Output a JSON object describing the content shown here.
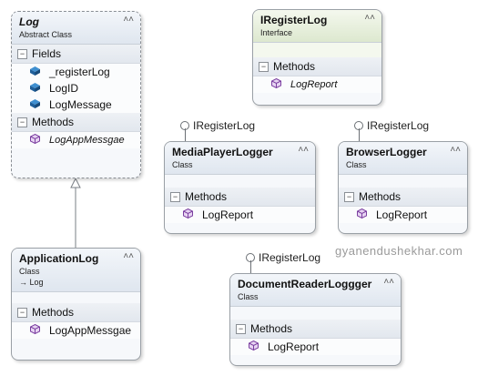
{
  "classes": {
    "log": {
      "name": "Log",
      "kind": "Abstract Class",
      "fields_label": "Fields",
      "fields": [
        "_registerLog",
        "LogID",
        "LogMessage"
      ],
      "methods_label": "Methods",
      "methods": [
        "LogAppMessgae"
      ]
    },
    "iregisterlog": {
      "name": "IRegisterLog",
      "kind": "Interface",
      "methods_label": "Methods",
      "methods": [
        "LogReport"
      ]
    },
    "mediaplayerlogger": {
      "name": "MediaPlayerLogger",
      "kind": "Class",
      "interface_label": "IRegisterLog",
      "methods_label": "Methods",
      "methods": [
        "LogReport"
      ]
    },
    "browserlogger": {
      "name": "BrowserLogger",
      "kind": "Class",
      "interface_label": "IRegisterLog",
      "methods_label": "Methods",
      "methods": [
        "LogReport"
      ]
    },
    "applicationlog": {
      "name": "ApplicationLog",
      "kind": "Class",
      "inherits": "Log",
      "methods_label": "Methods",
      "methods": [
        "LogAppMessgae"
      ]
    },
    "documentreaderloggger": {
      "name": "DocumentReaderLoggger",
      "kind": "Class",
      "interface_label": "IRegisterLog",
      "methods_label": "Methods",
      "methods": [
        "LogReport"
      ]
    }
  },
  "watermark": "gyanendushekhar.com",
  "icons": {
    "collapse": "double-chevron-up-icon",
    "field": "field-icon",
    "method": "method-icon"
  },
  "colors": {
    "header": "#dfe6ef",
    "interface_header": "#dde8cf",
    "field_icon": "#1f6fb2",
    "method_icon": "#7b3fa0"
  }
}
